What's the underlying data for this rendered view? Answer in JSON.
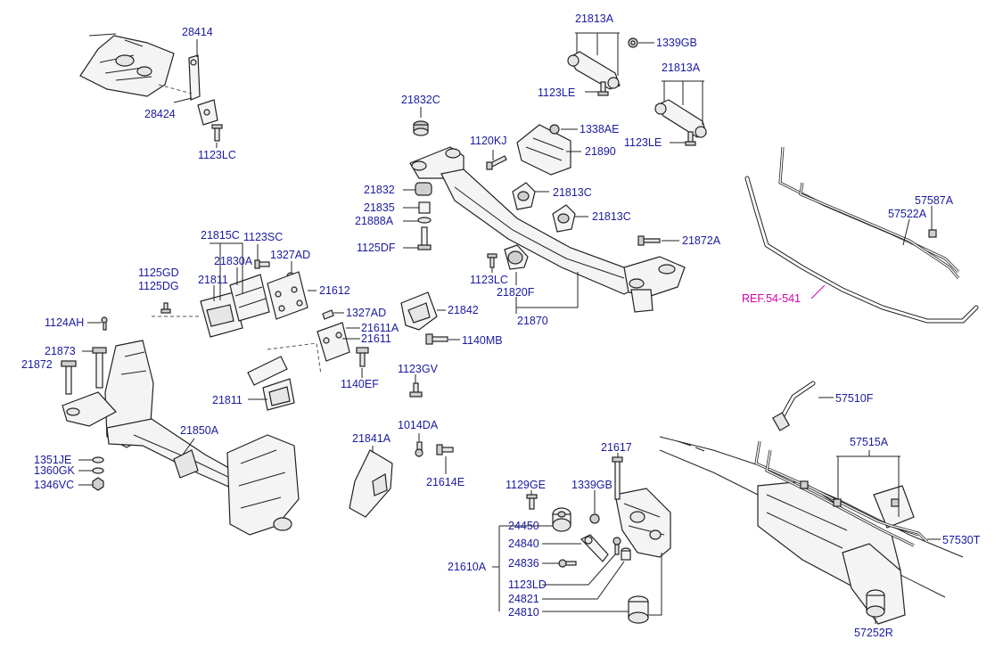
{
  "diagram": {
    "labels": [
      {
        "id": "28414",
        "text": "28414"
      },
      {
        "id": "28424",
        "text": "28424"
      },
      {
        "id": "1123LC_top",
        "text": "1123LC"
      },
      {
        "id": "21813A_1",
        "text": "21813A"
      },
      {
        "id": "1339GB_top",
        "text": "1339GB"
      },
      {
        "id": "1123LE_1",
        "text": "1123LE"
      },
      {
        "id": "21813A_2",
        "text": "21813A"
      },
      {
        "id": "1123LE_2",
        "text": "1123LE"
      },
      {
        "id": "21832C",
        "text": "21832C"
      },
      {
        "id": "1120KJ",
        "text": "1120KJ"
      },
      {
        "id": "1338AE",
        "text": "1338AE"
      },
      {
        "id": "21890",
        "text": "21890"
      },
      {
        "id": "21832",
        "text": "21832"
      },
      {
        "id": "21813C_1",
        "text": "21813C"
      },
      {
        "id": "21835",
        "text": "21835"
      },
      {
        "id": "21888A",
        "text": "21888A"
      },
      {
        "id": "21813C_2",
        "text": "21813C"
      },
      {
        "id": "1125DF",
        "text": "1125DF"
      },
      {
        "id": "21872A",
        "text": "21872A"
      },
      {
        "id": "57587A",
        "text": "57587A"
      },
      {
        "id": "57522A",
        "text": "57522A"
      },
      {
        "id": "21815C",
        "text": "21815C"
      },
      {
        "id": "1123SC",
        "text": "1123SC"
      },
      {
        "id": "21830A",
        "text": "21830A"
      },
      {
        "id": "1327AD_1",
        "text": "1327AD"
      },
      {
        "id": "1125GD",
        "text": "1125GD"
      },
      {
        "id": "1125DG",
        "text": "1125DG"
      },
      {
        "id": "21811_1",
        "text": "21811"
      },
      {
        "id": "21612",
        "text": "21612"
      },
      {
        "id": "1123LC_mid",
        "text": "1123LC"
      },
      {
        "id": "21820F",
        "text": "21820F"
      },
      {
        "id": "ref",
        "text": "REF.54-541"
      },
      {
        "id": "1327AD_2",
        "text": "1327AD"
      },
      {
        "id": "21842",
        "text": "21842"
      },
      {
        "id": "1124AH",
        "text": "1124AH"
      },
      {
        "id": "21611A",
        "text": "21611A"
      },
      {
        "id": "21611",
        "text": "21611"
      },
      {
        "id": "21870",
        "text": "21870"
      },
      {
        "id": "1140MB",
        "text": "1140MB"
      },
      {
        "id": "21873",
        "text": "21873"
      },
      {
        "id": "21872",
        "text": "21872"
      },
      {
        "id": "1123GV",
        "text": "1123GV"
      },
      {
        "id": "1140EF",
        "text": "1140EF"
      },
      {
        "id": "21811_2",
        "text": "21811"
      },
      {
        "id": "57510F",
        "text": "57510F"
      },
      {
        "id": "1014DA",
        "text": "1014DA"
      },
      {
        "id": "21850A",
        "text": "21850A"
      },
      {
        "id": "21841A",
        "text": "21841A"
      },
      {
        "id": "21617",
        "text": "21617"
      },
      {
        "id": "57515A",
        "text": "57515A"
      },
      {
        "id": "1351JE",
        "text": "1351JE"
      },
      {
        "id": "21614E",
        "text": "21614E"
      },
      {
        "id": "1360GK",
        "text": "1360GK"
      },
      {
        "id": "1129GE",
        "text": "1129GE"
      },
      {
        "id": "1339GB_bot",
        "text": "1339GB"
      },
      {
        "id": "1346VC",
        "text": "1346VC"
      },
      {
        "id": "24450",
        "text": "24450"
      },
      {
        "id": "57530T",
        "text": "57530T"
      },
      {
        "id": "24840",
        "text": "24840"
      },
      {
        "id": "21610A",
        "text": "21610A"
      },
      {
        "id": "24836",
        "text": "24836"
      },
      {
        "id": "1123LD",
        "text": "1123LD"
      },
      {
        "id": "24821",
        "text": "24821"
      },
      {
        "id": "24810",
        "text": "24810"
      },
      {
        "id": "57252R",
        "text": "57252R"
      }
    ],
    "colors": {
      "label": "#1a1aa0",
      "reference": "#d400b0",
      "line": "#222222"
    }
  }
}
